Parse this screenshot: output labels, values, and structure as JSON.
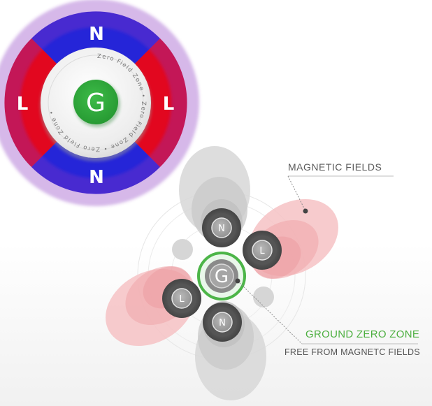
{
  "top_ring": {
    "north_top": "N",
    "north_bottom": "N",
    "left_label": "L",
    "right_label": "L",
    "center_label": "G",
    "zone_text": "Zero Field Zone • Zero Field Zone • Zero Field Zone •",
    "colors": {
      "north": "#2323d6",
      "lateral": "#e5051c",
      "ground": "#2fa43a"
    }
  },
  "magnet_diagram": {
    "center_label": "G",
    "magnets": [
      {
        "id": "top",
        "label": "N"
      },
      {
        "id": "right",
        "label": "L"
      },
      {
        "id": "left",
        "label": "L"
      },
      {
        "id": "bottom",
        "label": "N"
      }
    ]
  },
  "labels": {
    "magnetic_fields": "MAGNETIC FIELDS",
    "ground_zero_title": "GROUND ZERO ZONE",
    "ground_zero_subtitle": "FREE FROM MAGNETC FIELDS"
  }
}
